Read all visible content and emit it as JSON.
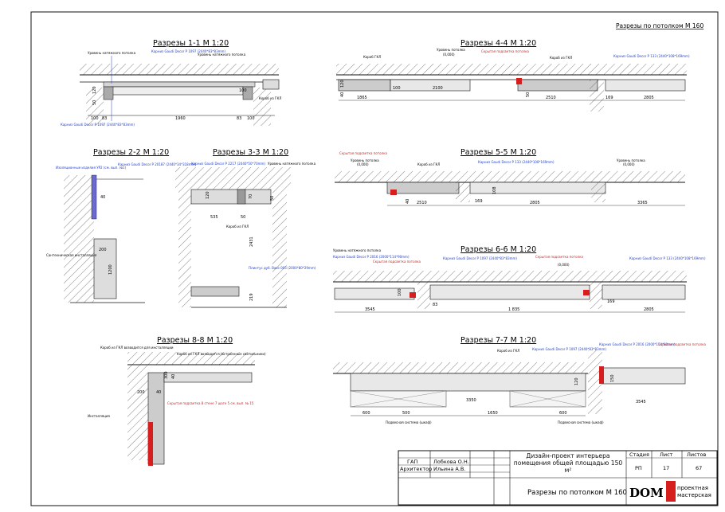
{
  "sheet_title": "Разрезы по потолком М 160",
  "sections": {
    "s11": {
      "title": "Разрезы 1-1 М 1:20",
      "level": "Уровень натяжного потолка",
      "level2": "Уровень натяжного потолка",
      "cornice": "Карниз Gaudi Decor P 1097 (2440*83*83mm)",
      "cornice2": "Карниз Gaudi Decor P 1097 (2440*83*83mm)",
      "box": "Короб из ГКЛ",
      "d1": "100",
      "d2": "83",
      "d3": "1960",
      "d4": "83",
      "d5": "100",
      "d6": "120",
      "d7": "50",
      "d8": "100"
    },
    "s22": {
      "title": "Разрезы 2-2 М 1:20",
      "insul": "Изоляционные изделия УР2 (см. вып. №1)",
      "cornice": "Карниз Gaudi Decor P 20187 (2440*34*318mm)",
      "tech": "Сантехническая инсталляция",
      "d1": "40",
      "d2": "200",
      "d3": "1200"
    },
    "s33": {
      "title": "Разрезы 3-3 М 1:20",
      "cornice": "Карниз Gaudi Decor P 2217 (2440*50*70mm)",
      "level": "Уровень натяжного потолка",
      "box": "Короб из ГКЛ",
      "panel": "Плинтус дуб. Base 005 (2000*80*29mm)",
      "d1": "535",
      "d2": "50",
      "d3": "2431",
      "d4": "219",
      "d5": "120",
      "d6": "70",
      "d7": "50"
    },
    "s44": {
      "title": "Разрезы 4-4 М 1:20",
      "box": "Короб ГКЛ",
      "level": "Уровень потолка",
      "level_mark": "(0,000)",
      "light": "Скрытая подсветка потолка",
      "box2": "Короб из ГКЛ",
      "cornice": "Карниз Gaudi Decor P 133 (2440*108*169mm)",
      "d1": "1865",
      "d2": "100",
      "d3": "2100",
      "d4": "2510",
      "d5": "2805",
      "d6": "169",
      "d7": "120",
      "d8": "40",
      "d9": "50"
    },
    "s55": {
      "title": "Разрезы 5-5 М 1:20",
      "light": "Скрытая подсветка потолка",
      "level": "Уровень потолка",
      "level_mark": "(0,000)",
      "box": "Короб из ГКЛ",
      "cornice": "Карниз Gaudi Decor P 133 (2440*108*169mm)",
      "level2": "Уровень потолка",
      "level_mark2": "(0,000)",
      "d1": "2510",
      "d2": "2805",
      "d3": "3365",
      "d4": "169",
      "d5": "108",
      "d6": "40"
    },
    "s66": {
      "title": "Разрезы 6-6 М 1:20",
      "level": "Уровень натяжного потолка",
      "cornice1": "Карниз Gaudi Decor P 2016 (2000*114*90mm)",
      "light1": "Скрытая подсветка потолка",
      "cornice2": "Карниз Gaudi Decor P 1097 (2440*83*83mm)",
      "light2": "Скрытая подсветка потолка",
      "level_mark": "(0,000)",
      "cornice3": "Карниз Gaudi Decor P 133 (2440*108*169mm)",
      "d1": "3545",
      "d2": "1 835",
      "d3": "2805",
      "d4": "169",
      "d5": "83",
      "d6": "100"
    },
    "s77": {
      "title": "Разрезы 7-7 М 1:20",
      "box": "Короб из ГКЛ",
      "cornice1": "Карниз Gaudi Decor P 1097 (2440*83*83mm)",
      "cornice2": "Карниз Gaudi Decor P 2016 (2000*114*90mm)",
      "light": "Скрытая подсветка потолка",
      "rail1": "Подвесная система (шкаф)",
      "rail2": "Подвесная система (шкаф)",
      "d1": "600",
      "d2": "500",
      "d3": "3350",
      "d4": "1650",
      "d5": "600",
      "d6": "3545",
      "d7": "150",
      "d8": "120"
    },
    "s88": {
      "title": "Разрезы 8-8 М 1:20",
      "box1": "Короб из ГКЛ возводится для инсталляции",
      "box2": "Короб из ГКЛ возводится (встроенные светильники)",
      "light": "Скрытая подсветка 8 стене 7 шаге 5 см. вып. № 15",
      "tech": "Инсталляция",
      "d1": "200",
      "d2": "40",
      "d3": "300",
      "d4": "40"
    }
  },
  "title_block": {
    "role1": "ГАП",
    "name1": "Лобкова О.Н.",
    "role2": "Архитектор",
    "name2": "Ильина А.В.",
    "project": "Дизайн-проект интерьера помещения общей площадью 150 м²",
    "sheet_name": "Разрезы по потолком М 160",
    "stage_h": "Стадия",
    "sheet_h": "Лист",
    "sheets_h": "Листов",
    "stage": "РП",
    "sheet": "17",
    "sheets": "67",
    "logo": "DOM",
    "logo_sub1": "проектная",
    "logo_sub2": "мастерская"
  },
  "colors": {
    "blue": "#1f3fcf",
    "red": "#d61e1e",
    "line": "#111111",
    "gray": "#9a9a9a",
    "fill": "#c8c8c8"
  }
}
